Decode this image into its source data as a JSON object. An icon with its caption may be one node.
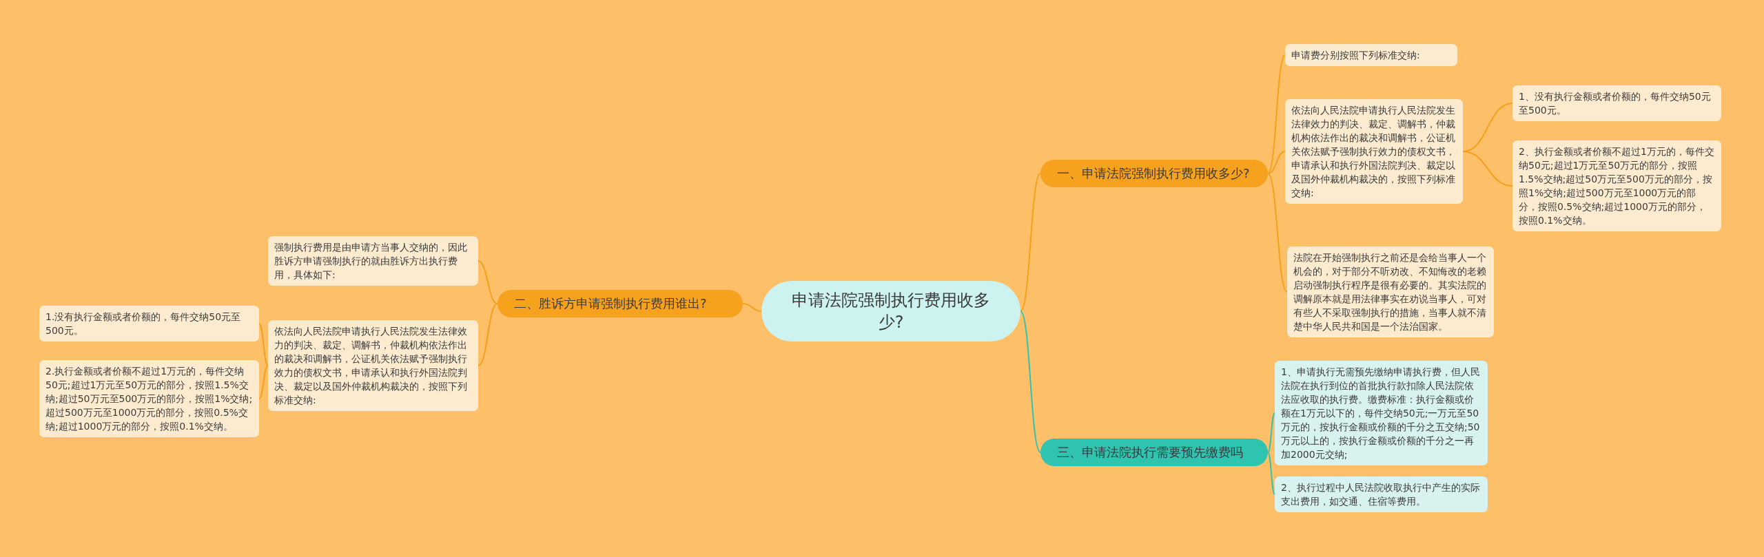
{
  "diagram": {
    "nodes": [
      {
        "text": [
          "申请法院强制执行费用收多少?"
        ]
      },
      {
        "text": [
          "一、申请法院强制执行费用收多少?"
        ]
      },
      {
        "text": [
          "申请费分别按照下列标准交纳:"
        ]
      },
      {
        "text": [
          "依法向人民法院申请执行人民法院发生法律效力的判决、裁定、调解书，仲裁机构依法作出的裁决和调解书，公证机关依法赋予强制执行效力的债权文书，申请承认和执行外国法院判决、裁定以及国外仲裁机构裁决的，按照下列标准交纳:"
        ]
      },
      {
        "text": [
          "1、没有执行金额或者价额的，每件交纳50元至500元。"
        ]
      },
      {
        "text": [
          "2、执行金额或者价额不超过1万元的，每件交纳50元;超过1万元至50万元的部分，按照1.5%交纳;超过50万元至500万元的部分，按照1%交纳;超过500万元至1000万元的部分，按照0.5%交纳;超过1000万元的部分，按照0.1%交纳。"
        ]
      },
      {
        "text": [
          "法院在开始强制执行之前还是会给当事人一个机会的，对于部分不听劝改、不知悔改的老赖启动强制执行程序是很有必要的。其实法院的调解原本就是用法律事实在劝说当事人，可对有些人不采取强制执行的措施，当事人就不清楚中华人民共和国是一个法治国家。"
        ]
      },
      {
        "text": [
          "二、胜诉方申请强制执行费用谁出?"
        ]
      },
      {
        "text": [
          "强制执行费用是由申请方当事人交纳的，因此胜诉方申请强制执行的就由胜诉方出执行费用，具体如下:"
        ]
      },
      {
        "text": [
          "依法向人民法院申请执行人民法院发生法律效力的判决、裁定、调解书，仲裁机构依法作出的裁决和调解书，公证机关依法赋予强制执行效力的债权文书，申请承认和执行外国法院判决、裁定以及国外仲裁机构裁决的，按照下列标准交纳:"
        ]
      },
      {
        "text": [
          "1.没有执行金额或者价额的，每件交纳50元至500元。"
        ]
      },
      {
        "text": [
          "2.执行金额或者价额不超过1万元的，每件交纳50元;超过1万元至50万元的部分，按照1.5%交纳;超过50万元至500万元的部分，按照1%交纳;超过500万元至1000万元的部分，按照0.5%交纳;超过1000万元的部分，按照0.1%交纳。"
        ]
      },
      {
        "text": [
          "三、申请法院执行需要预先缴费吗"
        ]
      },
      {
        "text": [
          "1、申请执行无需预先缴纳申请执行费，但人民法院在执行到位的首批执行款扣除人民法院依法应收取的执行费。缴费标准：执行金额或价额在1万元以下的，每件交纳50元;一万元至50万元的，按执行金额或价额的千分之五交纳;50万元以上的，按执行金额或价额的千分之一再加2000元交纳;"
        ]
      },
      {
        "text": [
          "2、执行过程中人民法院收取执行中产生的实际支出费用，如交通、住宿等费用。"
        ]
      }
    ],
    "edges": [
      {
        "from": 0,
        "to": 1,
        "arrow": "none"
      },
      {
        "from": 1,
        "to": 2,
        "arrow": "none"
      },
      {
        "from": 1,
        "to": 3,
        "arrow": "none"
      },
      {
        "from": 3,
        "to": 4,
        "arrow": "none"
      },
      {
        "from": 3,
        "to": 5,
        "arrow": "none"
      },
      {
        "from": 1,
        "to": 6,
        "arrow": "none"
      },
      {
        "from": 0,
        "to": 7,
        "arrow": "none"
      },
      {
        "from": 7,
        "to": 8,
        "arrow": "none"
      },
      {
        "from": 7,
        "to": 9,
        "arrow": "none"
      },
      {
        "from": 9,
        "to": 10,
        "arrow": "none"
      },
      {
        "from": 9,
        "to": 11,
        "arrow": "none"
      },
      {
        "from": 0,
        "to": 12,
        "arrow": "none",
        "color": "#2ec4b0"
      },
      {
        "from": 12,
        "to": 13,
        "arrow": "none",
        "color": "#2ec4b0"
      },
      {
        "from": 12,
        "to": 14,
        "arrow": "none",
        "color": "#2ec4b0"
      }
    ]
  }
}
